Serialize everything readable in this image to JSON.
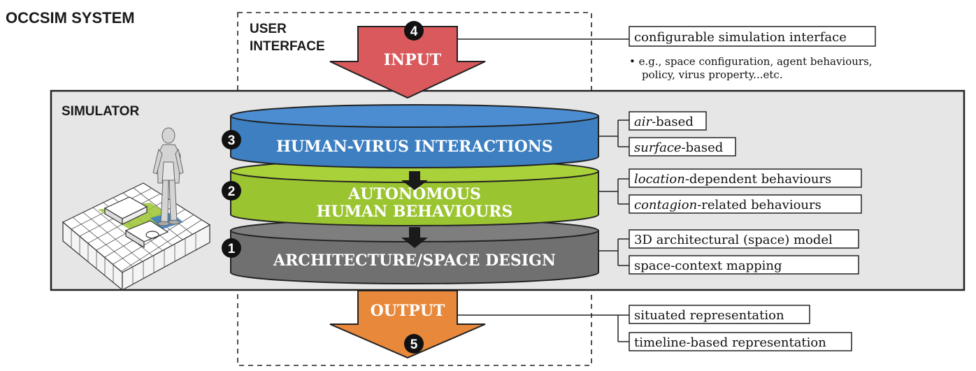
{
  "title": "OCCSIM SYSTEM",
  "user_interface_label_line1": "USER",
  "user_interface_label_line2": "INTERFACE",
  "simulator_label": "SIMULATOR",
  "input": {
    "number": "4",
    "label": "INPUT",
    "color": "#d9595c"
  },
  "output": {
    "number": "5",
    "label": "OUTPUT",
    "color": "#e8883a"
  },
  "layers": [
    {
      "number": "3",
      "label_line1": "HUMAN-VIRUS INTERACTIONS",
      "label_line2": "",
      "color": "#3d7fc1",
      "color_top": "#4b8dd0",
      "notes": [
        {
          "italic": "air",
          "rest": "-based"
        },
        {
          "italic": "surface",
          "rest": "-based"
        }
      ]
    },
    {
      "number": "2",
      "label_line1": "AUTONOMOUS",
      "label_line2": "HUMAN BEHAVIOURS",
      "color": "#9bc431",
      "color_top": "#a9d13a",
      "notes": [
        {
          "italic": "location",
          "rest": "-dependent behaviours"
        },
        {
          "italic": "contagion",
          "rest": "-related behaviours"
        }
      ]
    },
    {
      "number": "1",
      "label_line1": "ARCHITECTURE/SPACE DESIGN",
      "label_line2": "",
      "color": "#707070",
      "color_top": "#7e7e7e",
      "notes": [
        {
          "italic": "",
          "rest": "3D architectural (space) model"
        },
        {
          "italic": "",
          "rest": "space-context mapping"
        }
      ]
    }
  ],
  "input_note": {
    "box": "configurable simulation interface",
    "bullet_line1": "• e.g., space configuration, agent behaviours,",
    "bullet_line2": "policy, virus property...etc."
  },
  "output_notes": [
    "situated representation",
    "timeline-based representation"
  ],
  "simulator_bg_color": "#e6e6e6"
}
